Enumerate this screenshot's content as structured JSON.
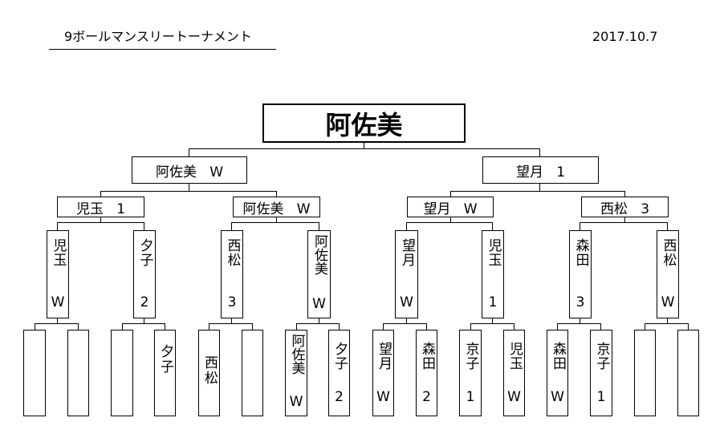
{
  "header": {
    "title": "9ボールマンスリートーナメント",
    "date": "2017.10.7"
  },
  "bracket": {
    "champion": "阿佐美",
    "semifinal": [
      {
        "name": "阿佐美",
        "result": "W"
      },
      {
        "name": "望月",
        "result": "1"
      }
    ],
    "quarterfinal": [
      {
        "name": "児玉",
        "result": "1"
      },
      {
        "name": "阿佐美",
        "result": "W"
      },
      {
        "name": "望月",
        "result": "W"
      },
      {
        "name": "西松",
        "result": "3"
      }
    ],
    "round2": [
      {
        "name": "児玉",
        "result": "W"
      },
      {
        "name": "夕子",
        "result": "2"
      },
      {
        "name": "西松",
        "result": "3"
      },
      {
        "name": "阿佐美",
        "result": "W"
      },
      {
        "name": "望月",
        "result": "W"
      },
      {
        "name": "児玉",
        "result": "1"
      },
      {
        "name": "森田",
        "result": "3"
      },
      {
        "name": "西松",
        "result": "W"
      }
    ],
    "round1": [
      {
        "name": "",
        "result": ""
      },
      {
        "name": "",
        "result": ""
      },
      {
        "name": "",
        "result": ""
      },
      {
        "name": "夕子",
        "result": ""
      },
      {
        "name": "西松",
        "result": ""
      },
      {
        "name": "",
        "result": ""
      },
      {
        "name": "阿佐美",
        "result": "W"
      },
      {
        "name": "夕子",
        "result": "2"
      },
      {
        "name": "望月",
        "result": "W"
      },
      {
        "name": "森田",
        "result": "2"
      },
      {
        "name": "京子",
        "result": "1"
      },
      {
        "name": "児玉",
        "result": "W"
      },
      {
        "name": "森田",
        "result": "W"
      },
      {
        "name": "京子",
        "result": "1"
      },
      {
        "name": "",
        "result": ""
      },
      {
        "name": "",
        "result": ""
      }
    ]
  }
}
